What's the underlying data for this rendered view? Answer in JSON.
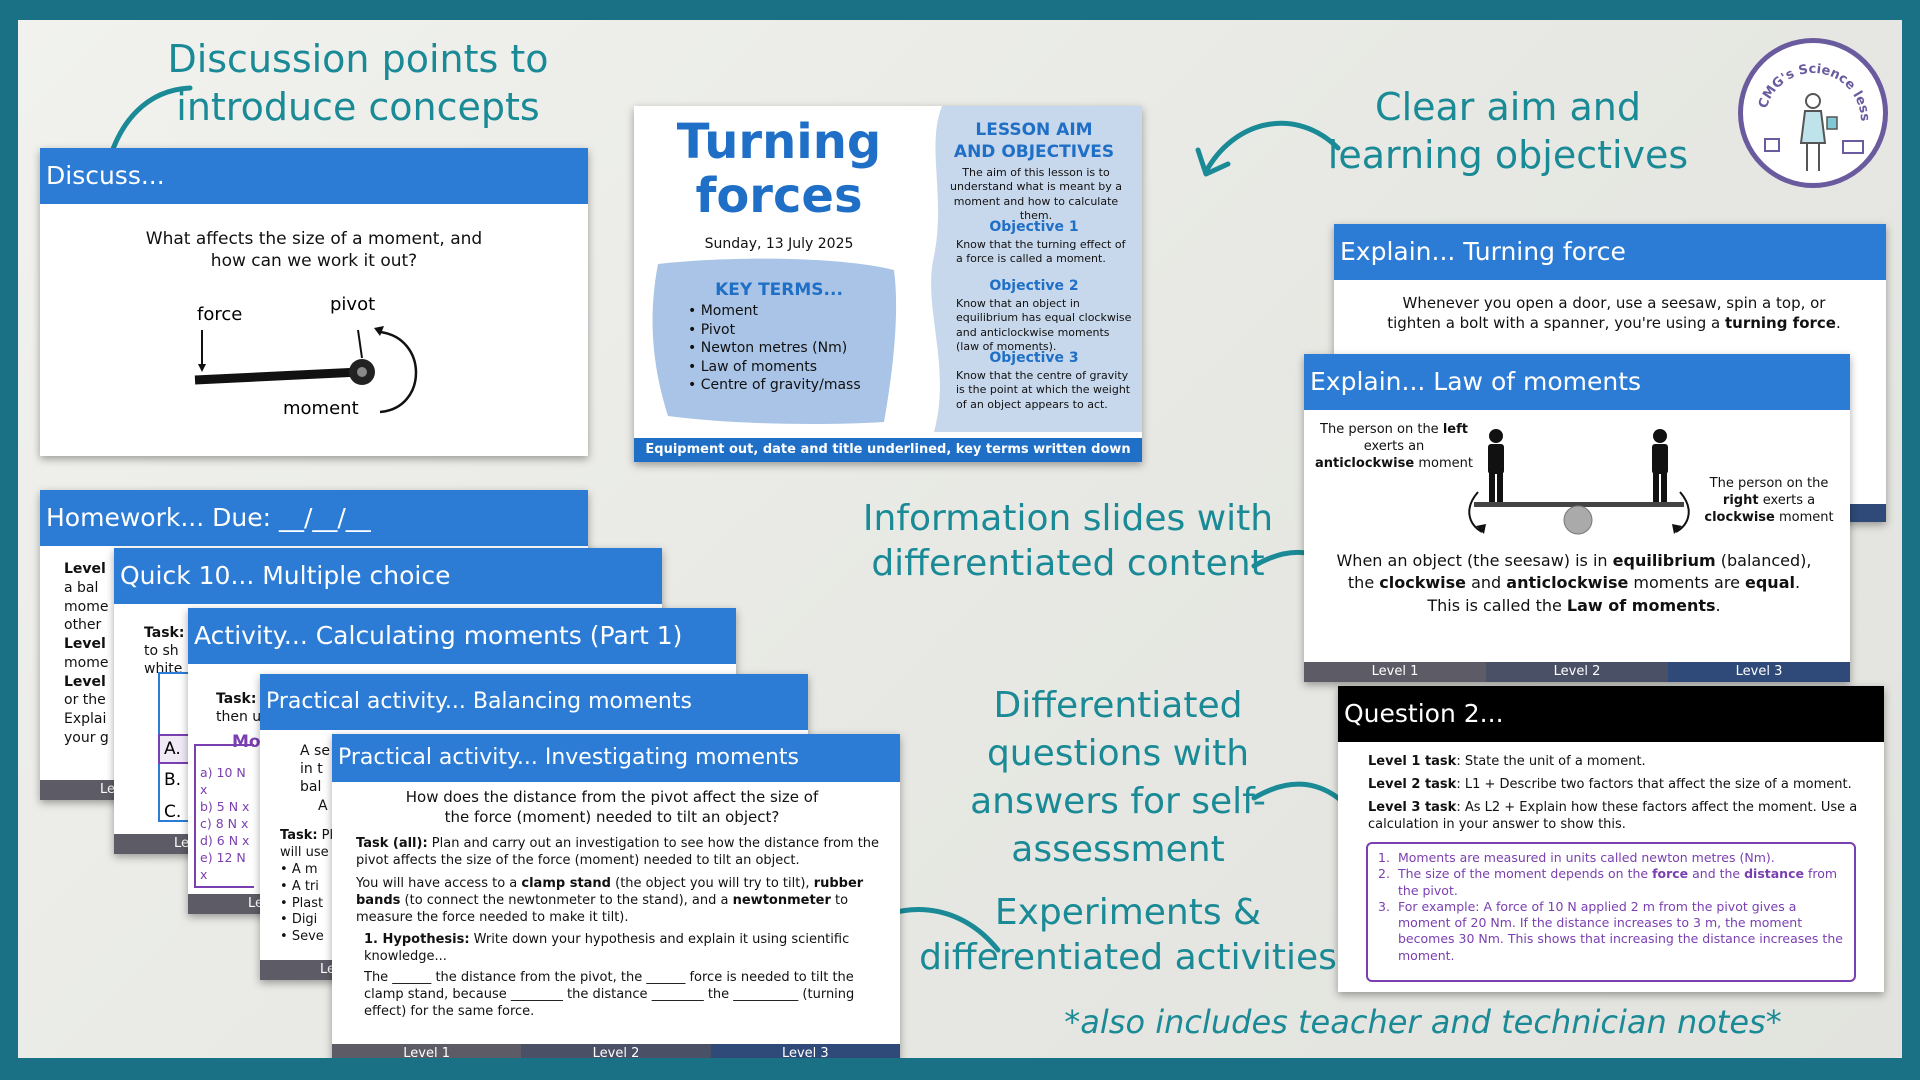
{
  "callouts": {
    "discussion": "Discussion points to introduce concepts",
    "aim": "Clear aim and learning objectives",
    "info": "Information slides with differentiated content",
    "questions": "Differentiated questions with answers for self-assessment",
    "experiments": "Experiments & differentiated activities",
    "notes": "*also includes teacher and technician notes*"
  },
  "logo": {
    "text": "CMG's Science lessons"
  },
  "discuss": {
    "header": "Discuss...",
    "question": "What affects the size of a moment, and how can we work it out?",
    "label_force": "force",
    "label_pivot": "pivot",
    "label_moment": "moment"
  },
  "title_slide": {
    "title_line1": "Turning",
    "title_line2": "forces",
    "date": "Sunday, 13 July 2025",
    "key_terms_heading": "KEY TERMS...",
    "key_terms": [
      "Moment",
      "Pivot",
      "Newton metres (Nm)",
      "Law of moments",
      "Centre of gravity/mass"
    ],
    "aim_heading_1": "LESSON AIM",
    "aim_heading_2": "AND OBJECTIVES",
    "aim_text": "The aim of this lesson is to understand what is meant by a moment and how to calculate them.",
    "objectives": [
      {
        "heading": "Objective 1",
        "text": "Know that the turning effect of a force is called a moment."
      },
      {
        "heading": "Objective 2",
        "text": "Know that an object in equilibrium has equal clockwise and anticlockwise moments (law of moments)."
      },
      {
        "heading": "Objective 3",
        "text": "Know that the centre of gravity is the point at which the weight of an object appears to act."
      }
    ],
    "footer": "Equipment out, date and title underlined, key terms written down"
  },
  "explain_turning": {
    "header": "Explain... Turning force",
    "text_1": "Whenever you open a door, use a seesaw, spin a top, or tighten a bolt with a spanner, you're using a ",
    "text_bold": "turning force",
    "text_2": "."
  },
  "explain_law": {
    "header": "Explain... Law of moments",
    "left_1": "The person on the ",
    "left_bold_1": "left",
    "left_2": " exerts an ",
    "left_bold_2": "anticlockwise",
    "left_3": " moment",
    "right_1": "The person on the ",
    "right_bold_1": "right",
    "right_2": " exerts a ",
    "right_bold_2": "clockwise",
    "right_3": " moment",
    "main_1": "When an object (the seesaw) is in ",
    "main_b1": "equilibrium",
    "main_2": " (balanced), the ",
    "main_b2": "clockwise",
    "main_3": " and ",
    "main_b3": "anticlockwise",
    "main_4": " moments are ",
    "main_b4": "equal",
    "main_5": ". This is called the ",
    "main_b5": "Law of moments",
    "main_6": ".",
    "levels": [
      "Level 1",
      "Level 2",
      "Level 3"
    ]
  },
  "question2": {
    "header": "Question 2...",
    "tasks": [
      {
        "label": "Level 1 task",
        "text": ": State the unit of a moment."
      },
      {
        "label": "Level 2 task",
        "text": ": L1 + Describe two factors that affect the size of a moment."
      },
      {
        "label": "Level 3 task",
        "text": ": As L2 + Explain how these factors affect the moment. Use a calculation in your answer to show this."
      }
    ],
    "ans_1": "Moments are measured in units called newton metres (Nm).",
    "ans_2_a": "The size of the moment depends on the ",
    "ans_2_b": "force",
    "ans_2_c": " and the ",
    "ans_2_d": "distance",
    "ans_2_e": " from the pivot.",
    "ans_3": "For example: A force of 10 N applied 2 m from the pivot gives a moment of 20 Nm. If the distance increases to 3 m, the moment becomes 30 Nm. This shows that increasing the distance increases the moment."
  },
  "homework": {
    "header": "Homework... Due: __/__/__",
    "left_frag": [
      "Level",
      "a bal",
      "mome",
      "other",
      "Level",
      "mome",
      "Level",
      "or the",
      "Explai",
      "your g"
    ],
    "level_frag": "Le"
  },
  "quick10": {
    "header": "Quick 10... Multiple choice",
    "task_label": "Task:",
    "frag_1": "to sh",
    "frag_2": "white",
    "options": [
      "A.",
      "B.",
      "C."
    ],
    "level_frag": "Le"
  },
  "activity": {
    "header": "Activity... Calculating moments (Part 1)",
    "task_label": "Task:",
    "frag_1": "then u",
    "mo": "Mo",
    "answers": [
      "a) 10 N x",
      "b) 5 N x",
      "c) 8 N x",
      "d) 6 N x",
      "e) 12 N x"
    ],
    "level_frag": "Le"
  },
  "balancing": {
    "header": "Practical activity... Balancing moments",
    "frag": [
      "A se",
      "in t",
      "bal",
      "A"
    ],
    "task_label": "Task:",
    "task_frag": " Pl",
    "will_use": "will use",
    "bullets": [
      "A m",
      "A tri",
      "Plast",
      "Digi",
      "Seve"
    ],
    "level_frag": "Le"
  },
  "investigating": {
    "header": "Practical activity... Investigating moments",
    "question": "How does the distance from the pivot affect the size of the force (moment) needed to tilt an object?",
    "task_label": "Task (all):",
    "task_text": " Plan and carry out an investigation to see how the distance from the pivot affects the size of the force (moment) needed to tilt an object.",
    "access_1": "You will have access to a ",
    "access_b1": "clamp stand",
    "access_2": " (the object you will try to tilt), ",
    "access_b2": "rubber bands",
    "access_3": " (to connect the newtonmeter to the stand), and a ",
    "access_b3": "newtonmeter",
    "access_4": " to measure the force needed to make it tilt).",
    "hyp_label": "1. Hypothesis:",
    "hyp_text": " Write down your hypothesis and explain it using scientific knowledge...",
    "fill_line": "The ______ the distance from the pivot, the ______ force is needed to tilt the clamp stand, because ________ the distance ________ the __________ (turning effect) for the same force.",
    "levels": [
      "Level 1",
      "Level 2",
      "Level 3"
    ]
  },
  "colors": {
    "background": "#1a7185",
    "teal_text": "#1a8a96",
    "header_blue": "#2c7cd6",
    "title_blue": "#1f6fc7",
    "purple": "#7a3fb0"
  }
}
